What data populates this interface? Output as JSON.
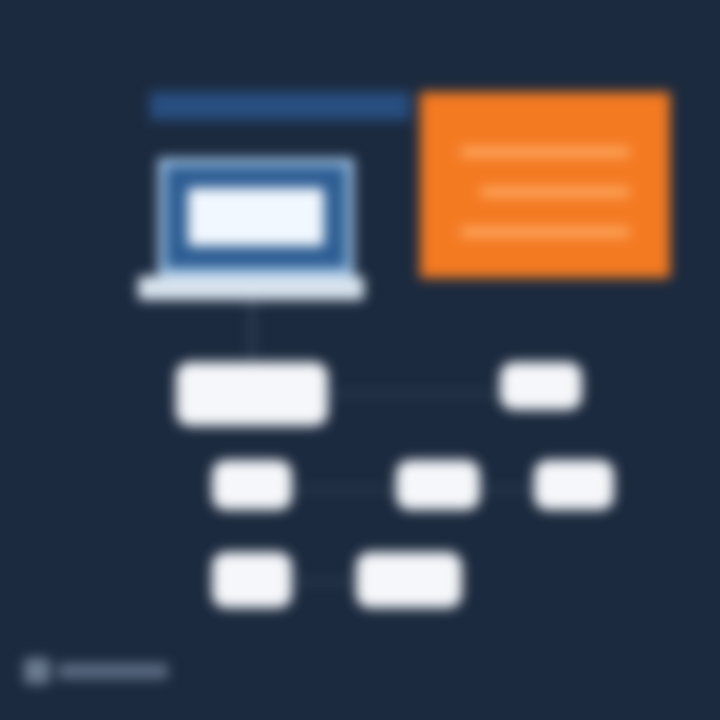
{
  "diagram": {
    "title": "",
    "colors": {
      "background": "#1c2a3f",
      "accent_blue": "#2d5d93",
      "accent_orange": "#f47a22",
      "node": "#f5f7fa"
    },
    "icons": [
      "laptop-icon",
      "orange-panel"
    ],
    "nodes": [
      "node-1",
      "node-2",
      "node-3",
      "node-4",
      "node-5",
      "node-6",
      "node-7"
    ]
  }
}
